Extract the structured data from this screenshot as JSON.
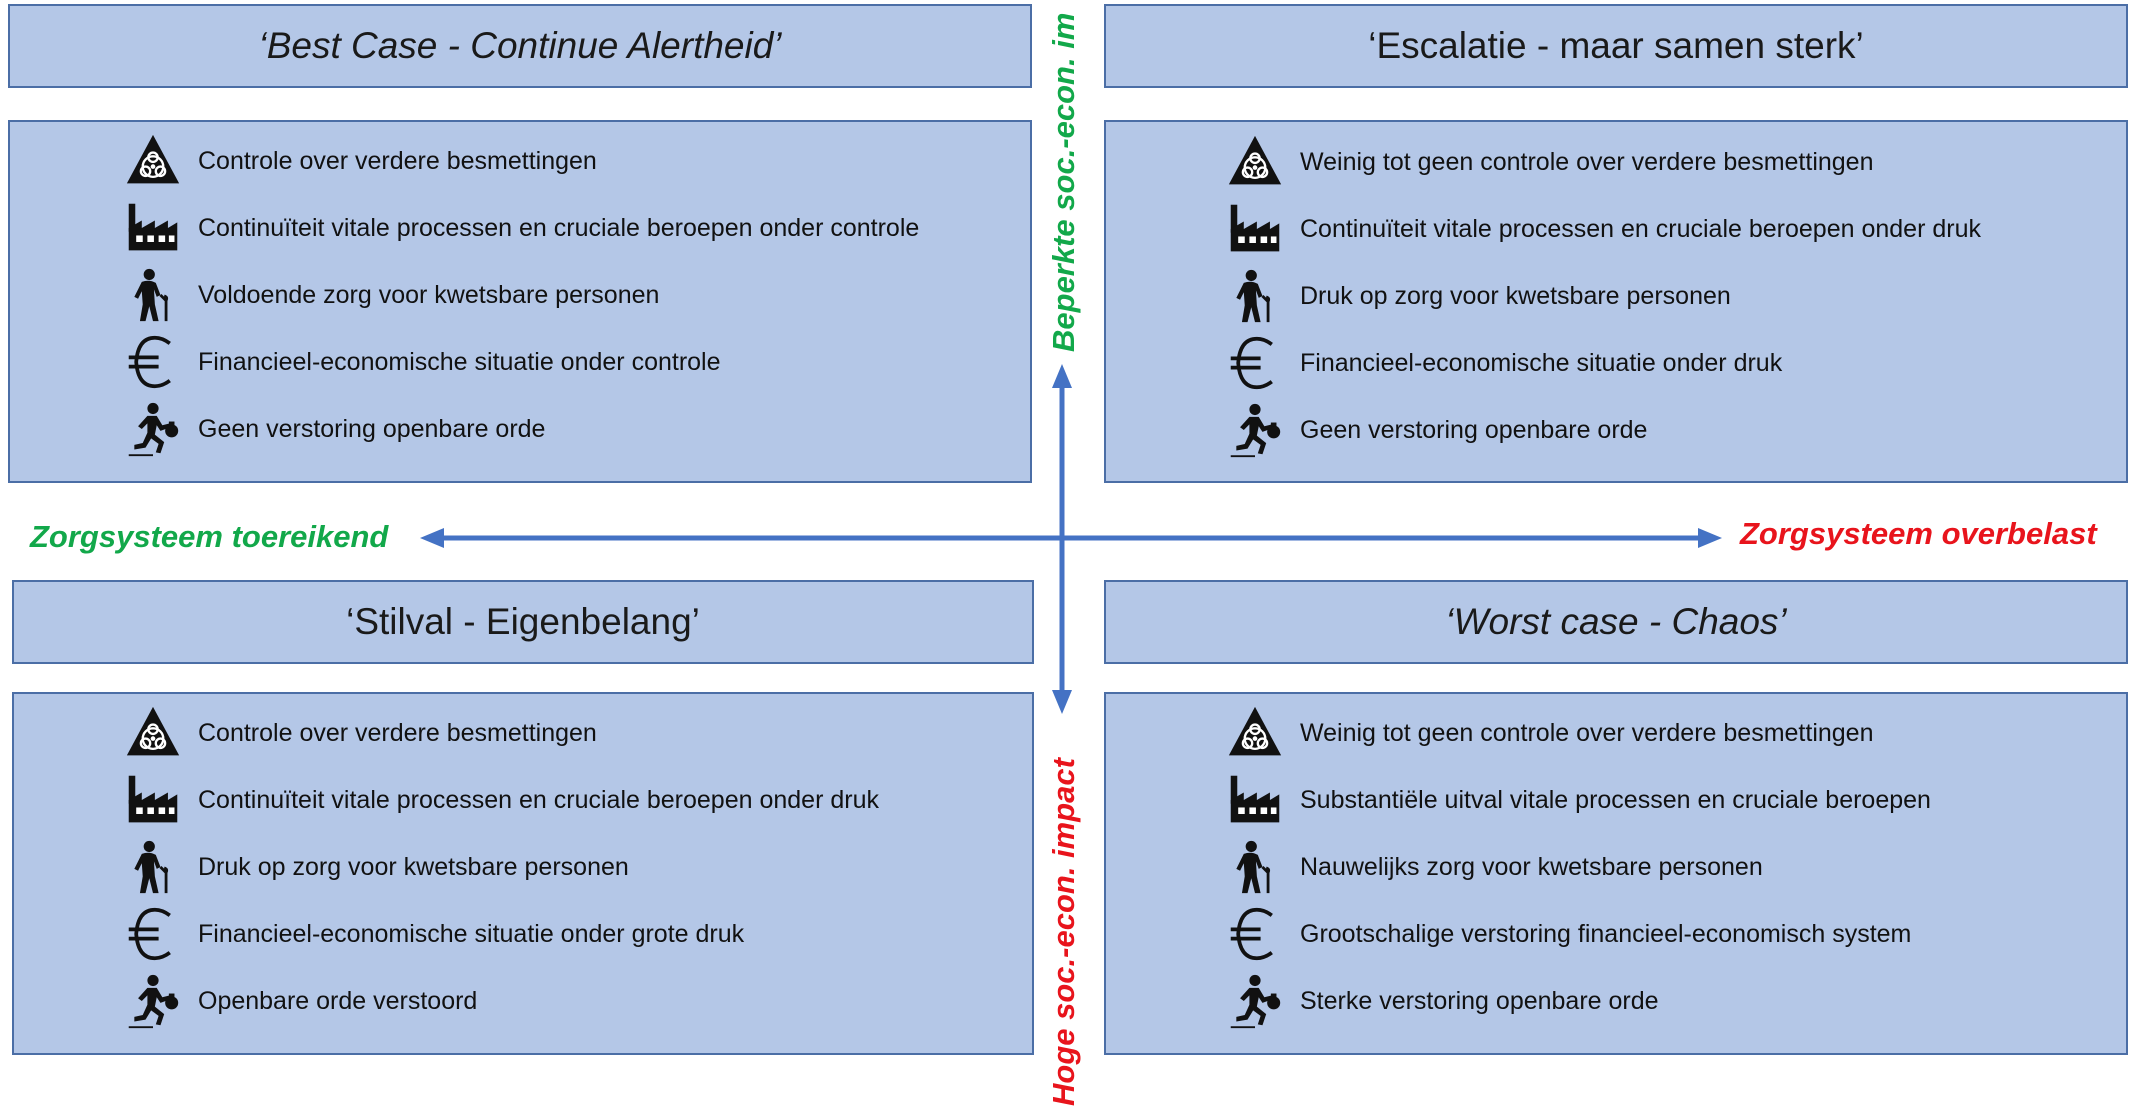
{
  "axes": {
    "left_label": "Zorgsysteem toereikend",
    "right_label": "Zorgsysteem overbelast",
    "top_label": "Beperkte soc.-econ. im",
    "bottom_label": "Hoge soc.-econ. impact",
    "left_color": "#12a84a",
    "right_color": "#e8141c",
    "top_color": "#12a84a",
    "bottom_color": "#e8141c",
    "arrow_color": "#4472c4"
  },
  "quadrants": {
    "top_left": {
      "title": "‘Best Case - Continue Alertheid’",
      "items": [
        {
          "icon": "biohazard-icon",
          "text": "Controle over verdere besmettingen"
        },
        {
          "icon": "factory-icon",
          "text": "Continuïteit vitale processen en cruciale beroepen onder controle"
        },
        {
          "icon": "elderly-person-icon",
          "text": "Voldoende zorg voor kwetsbare personen"
        },
        {
          "icon": "euro-icon",
          "text": "Financieel-economische situatie onder controle"
        },
        {
          "icon": "running-thief-icon",
          "text": "Geen verstoring openbare orde"
        }
      ]
    },
    "top_right": {
      "title": "‘Escalatie - maar samen sterk’",
      "items": [
        {
          "icon": "biohazard-icon",
          "text": "Weinig tot geen controle over verdere besmettingen"
        },
        {
          "icon": "factory-icon",
          "text": "Continuïteit vitale processen en cruciale beroepen onder druk"
        },
        {
          "icon": "elderly-person-icon",
          "text": "Druk op zorg voor kwetsbare personen"
        },
        {
          "icon": "euro-icon",
          "text": "Financieel-economische situatie onder druk"
        },
        {
          "icon": "running-thief-icon",
          "text": "Geen verstoring openbare orde"
        }
      ]
    },
    "bottom_left": {
      "title": "‘Stilval - Eigenbelang’",
      "items": [
        {
          "icon": "biohazard-icon",
          "text": "Controle over verdere besmettingen"
        },
        {
          "icon": "factory-icon",
          "text": "Continuïteit vitale processen en cruciale beroepen onder druk"
        },
        {
          "icon": "elderly-person-icon",
          "text": "Druk op zorg voor kwetsbare personen"
        },
        {
          "icon": "euro-icon",
          "text": "Financieel-economische situatie onder grote druk"
        },
        {
          "icon": "running-thief-icon",
          "text": "Openbare orde verstoord"
        }
      ]
    },
    "bottom_right": {
      "title": "‘Worst case - Chaos’",
      "items": [
        {
          "icon": "biohazard-icon",
          "text": "Weinig tot geen controle over verdere besmettingen"
        },
        {
          "icon": "factory-icon",
          "text": "Substantiële uitval vitale processen en cruciale beroepen"
        },
        {
          "icon": "elderly-person-icon",
          "text": "Nauwelijks zorg voor kwetsbare personen"
        },
        {
          "icon": "euro-icon",
          "text": "Grootschalige verstoring financieel-economisch system"
        },
        {
          "icon": "running-thief-icon",
          "text": "Sterke verstoring openbare orde"
        }
      ]
    }
  }
}
